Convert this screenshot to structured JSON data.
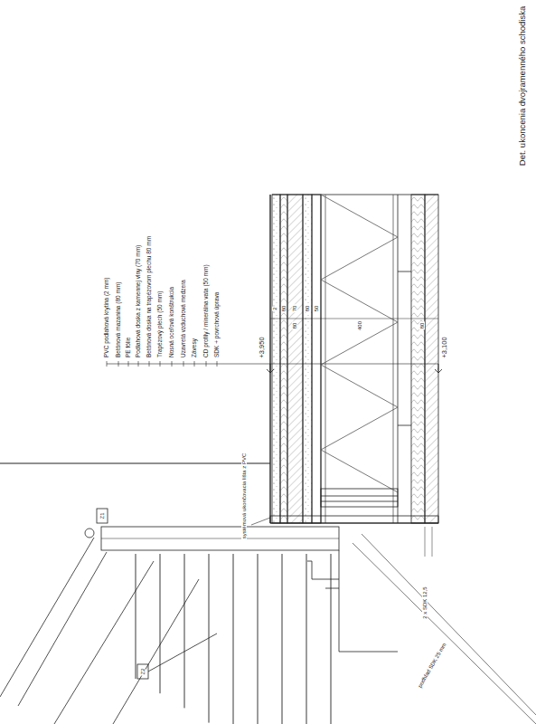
{
  "diagram": {
    "title": "Det. ukoncenia dvojramenného schodiska",
    "labels": [
      "PVC podlahová krytina (2 mm)",
      "Betónová mazanina (80 mm)",
      "PE fólie",
      "Podlahová doska z kamennej vlny (70 mm)",
      "Betónová doska na trapézovom plechu 80 mm",
      "Trapézový plech (50 mm)",
      "Nosná oceľová konštrukcia",
      "Uzavretá vzduchová medzera",
      "Závesy",
      "CD profily / minerálna vata (50 mm)",
      "SDK + povrchová úprava",
      "+3,950",
      "+3,100",
      "2",
      "80",
      "70",
      "80",
      "50",
      "80",
      "400",
      "80",
      "systémová ukončovacia lišta z PVC",
      "2 x SDK 12,5",
      "podhľad SDK 25 mm",
      "Z1",
      "Z2"
    ]
  }
}
